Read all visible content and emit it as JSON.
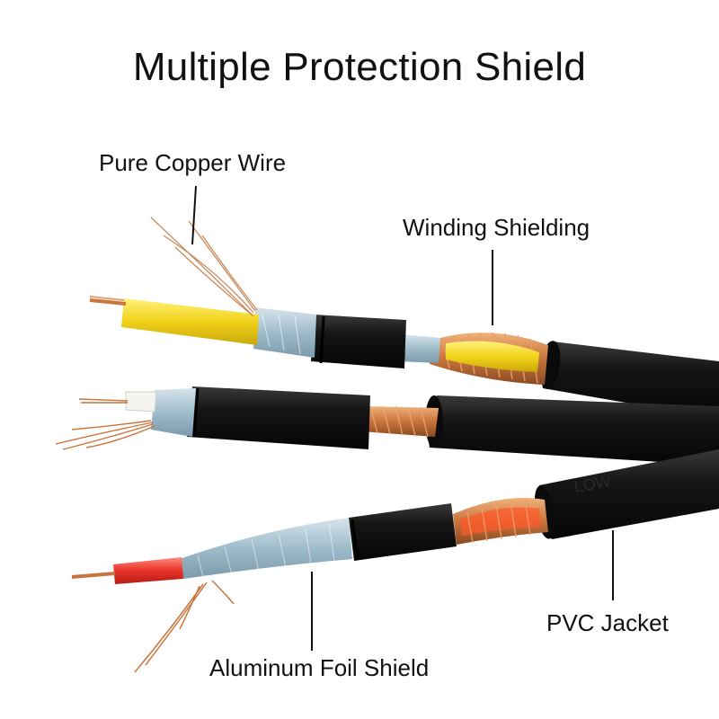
{
  "title": "Multiple Protection Shield",
  "labels": {
    "pure_copper_wire": "Pure Copper Wire",
    "winding_shielding": "Winding Shielding",
    "pvc_jacket": "PVC Jacket",
    "aluminum_foil_shield": "Aluminum Foil Shield"
  },
  "jacket_print": "LOW",
  "colors": {
    "background": "#ffffff",
    "text": "#111111",
    "jacket": "#141414",
    "copper": "#c8743c",
    "foil": "#a9c4d2",
    "yellow_insulation": "#f1d21a",
    "red_insulation": "#e8322a",
    "white_insulation": "#f4f4f0"
  }
}
